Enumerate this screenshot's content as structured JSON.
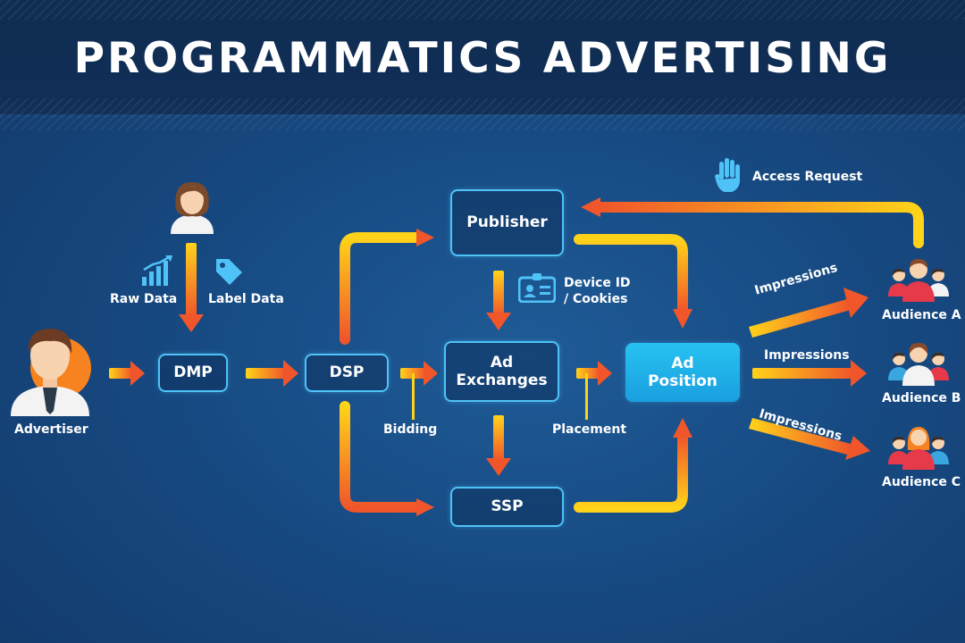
{
  "title": "PROGRAMMATICS ADVERTISING",
  "nodes": {
    "dmp": "DMP",
    "dsp": "DSP",
    "publisher": "Publisher",
    "ad_exchanges": "Ad\nExchanges",
    "ssp": "SSP",
    "ad_position": "Ad\nPosition"
  },
  "labels": {
    "advertiser": "Advertiser",
    "raw_data": "Raw Data",
    "label_data": "Label Data",
    "device_id": "Device ID\n/ Cookies",
    "bidding": "Bidding",
    "placement": "Placement",
    "access_request": "Access Request",
    "impressions_a": "Impressions",
    "impressions_b": "Impressions",
    "impressions_c": "Impressions",
    "audience_a": "Audience A",
    "audience_b": "Audience B",
    "audience_c": "Audience C"
  },
  "icons": [
    "advertiser-avatar-icon",
    "data-analyst-avatar-icon",
    "bar-chart-icon",
    "tag-icon",
    "id-card-icon",
    "hand-icon",
    "audience-group-icon"
  ],
  "colors": {
    "arrow_start": "#ffd31a",
    "arrow_end": "#f0562a",
    "box_border": "#4fc3f7",
    "ad_position_fill": "#1fb0ea"
  }
}
